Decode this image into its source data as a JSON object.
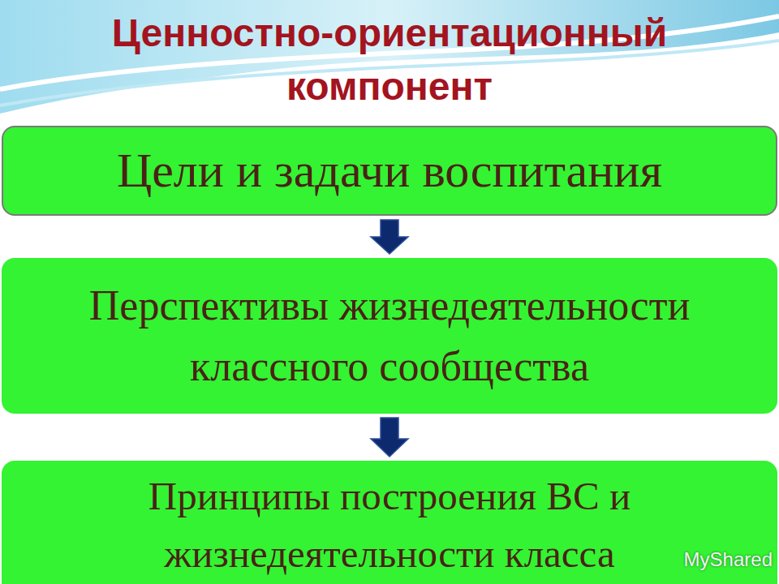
{
  "diagram": {
    "title": "Ценностно-ориентационный компонент",
    "nodes": [
      {
        "text": [
          "Цели и задачи воспитания"
        ]
      },
      {
        "text": [
          "Перспективы жизнедеятельности классного сообщества"
        ]
      },
      {
        "text": [
          "Принципы построения ВС и жизнедеятельности класса"
        ]
      }
    ],
    "edges": [
      {
        "from": 0,
        "to": 1,
        "arrow": "to"
      },
      {
        "from": 1,
        "to": 2,
        "arrow": "to"
      }
    ],
    "labels": [
      "MyShared"
    ]
  }
}
